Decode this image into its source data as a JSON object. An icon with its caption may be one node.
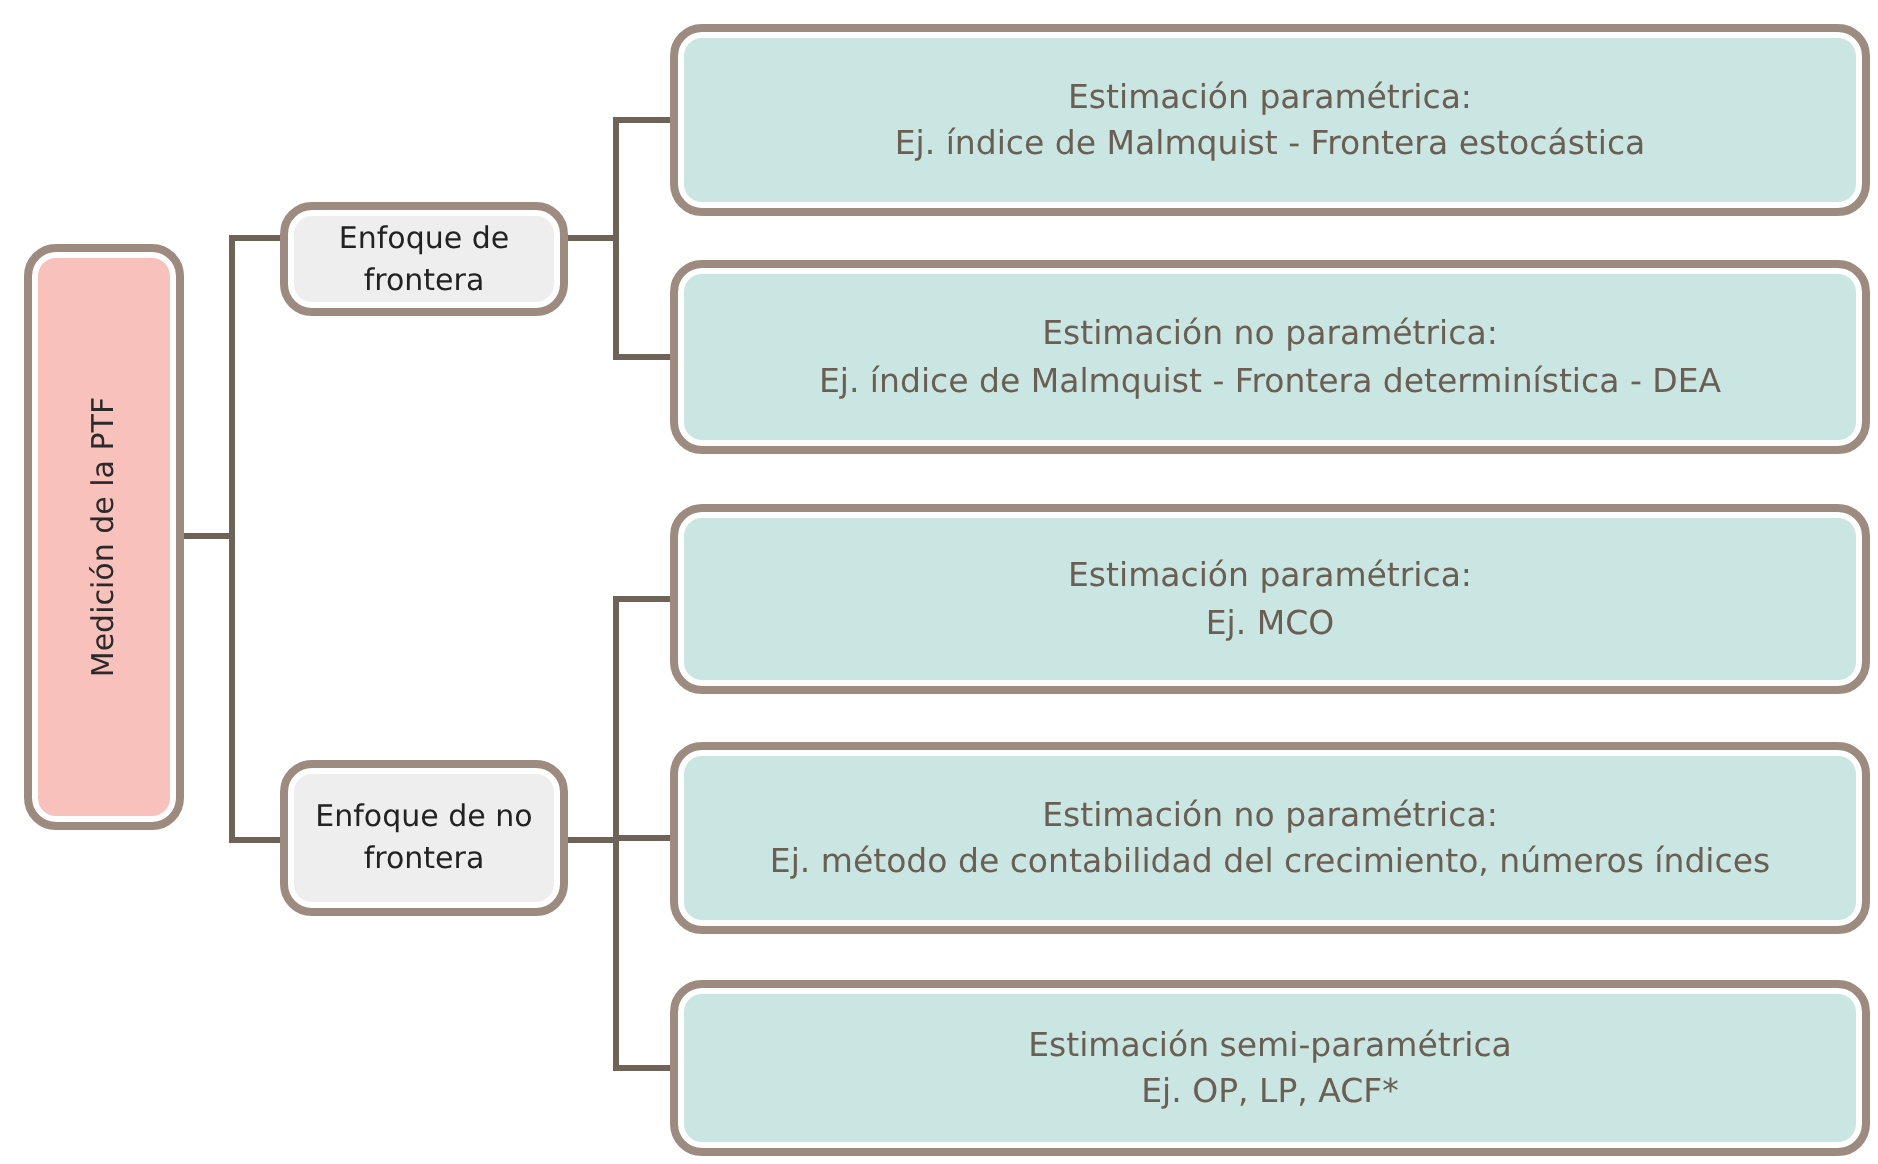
{
  "diagram": {
    "nodes": [
      {
        "text": [
          "Medición de la PTF"
        ]
      },
      {
        "text": [
          "Enfoque de frontera"
        ]
      },
      {
        "text": [
          "Estimación paramétrica:",
          "Ej. índice de Malmquist - Frontera estocástica"
        ]
      },
      {
        "text": [
          "Estimación no paramétrica:",
          "Ej. índice de Malmquist - Frontera determinística - DEA"
        ]
      },
      {
        "text": [
          "Enfoque de no frontera"
        ]
      },
      {
        "text": [
          "Estimación paramétrica:",
          "Ej. MCO"
        ]
      },
      {
        "text": [
          "Estimación no paramétrica:",
          "Ej. método de contabilidad del crecimiento, números índices"
        ]
      },
      {
        "text": [
          "Estimación semi-paramétrica",
          "Ej. OP, LP, ACF*"
        ]
      }
    ],
    "edges": [
      {
        "from": 0,
        "to": 1,
        "arrow": "none"
      },
      {
        "from": 0,
        "to": 4,
        "arrow": "none"
      },
      {
        "from": 1,
        "to": 2,
        "arrow": "none"
      },
      {
        "from": 1,
        "to": 3,
        "arrow": "none"
      },
      {
        "from": 4,
        "to": 5,
        "arrow": "none"
      },
      {
        "from": 4,
        "to": 6,
        "arrow": "none"
      },
      {
        "from": 4,
        "to": 7,
        "arrow": "none"
      }
    ]
  }
}
